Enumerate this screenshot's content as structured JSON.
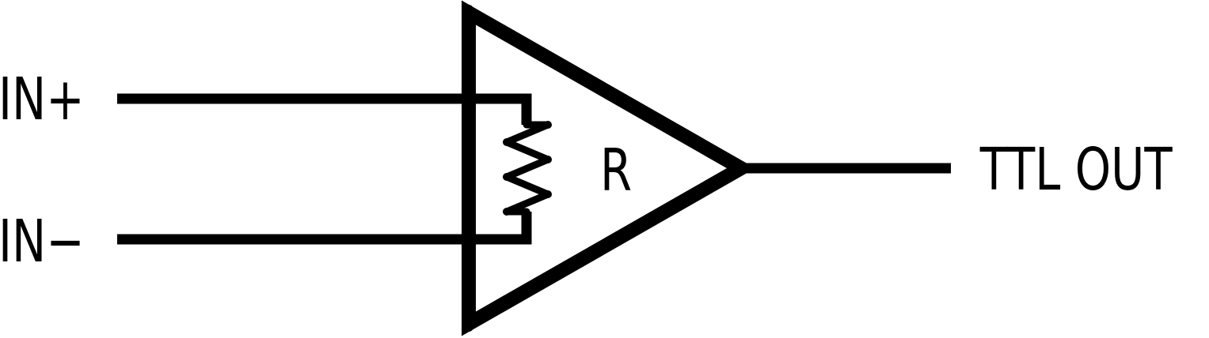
{
  "labels": {
    "in_plus": "IN+",
    "in_minus": "IN−",
    "resistor": "R",
    "output": "TTL OUT"
  }
}
